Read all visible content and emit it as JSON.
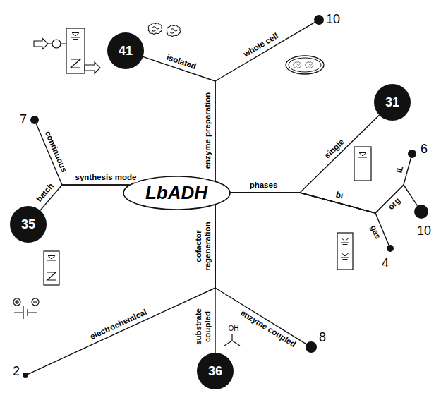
{
  "diagram": {
    "nodes": [
      {
        "text": [
          "LbADH"
        ]
      },
      {
        "text": [
          "41"
        ]
      },
      {
        "text": [
          "10"
        ]
      },
      {
        "text": [
          "31"
        ]
      },
      {
        "text": [
          "6"
        ]
      },
      {
        "text": [
          "10"
        ]
      },
      {
        "text": [
          "4"
        ]
      },
      {
        "text": [
          "8"
        ]
      },
      {
        "text": [
          "36"
        ]
      },
      {
        "text": [
          "2"
        ]
      },
      {
        "text": [
          "35"
        ]
      },
      {
        "text": [
          "7"
        ]
      }
    ],
    "edges": [
      {
        "from": 0,
        "to": 1,
        "arrow": "none",
        "label": "isolated"
      },
      {
        "from": 0,
        "to": 2,
        "arrow": "none",
        "label": "whole cell"
      },
      {
        "from": 0,
        "to": 3,
        "arrow": "none",
        "label": "single"
      },
      {
        "from": 0,
        "to": 4,
        "arrow": "none",
        "label": "IL"
      },
      {
        "from": 0,
        "to": 5,
        "arrow": "none",
        "label": "org"
      },
      {
        "from": 0,
        "to": 6,
        "arrow": "none",
        "label": "gas"
      },
      {
        "from": 0,
        "to": 7,
        "arrow": "none",
        "label": "enzyme coupled"
      },
      {
        "from": 0,
        "to": 8,
        "arrow": "none",
        "label": "substrate coupled"
      },
      {
        "from": 0,
        "to": 9,
        "arrow": "none",
        "label": "electrochemical"
      },
      {
        "from": 0,
        "to": 10,
        "arrow": "none",
        "label": "batch"
      },
      {
        "from": 0,
        "to": 11,
        "arrow": "none",
        "label": "continuous"
      }
    ],
    "labels": [
      "enzyme preparation",
      "phases",
      "bi",
      "cofactor regeneration",
      "synthesis mode",
      "OH"
    ]
  }
}
